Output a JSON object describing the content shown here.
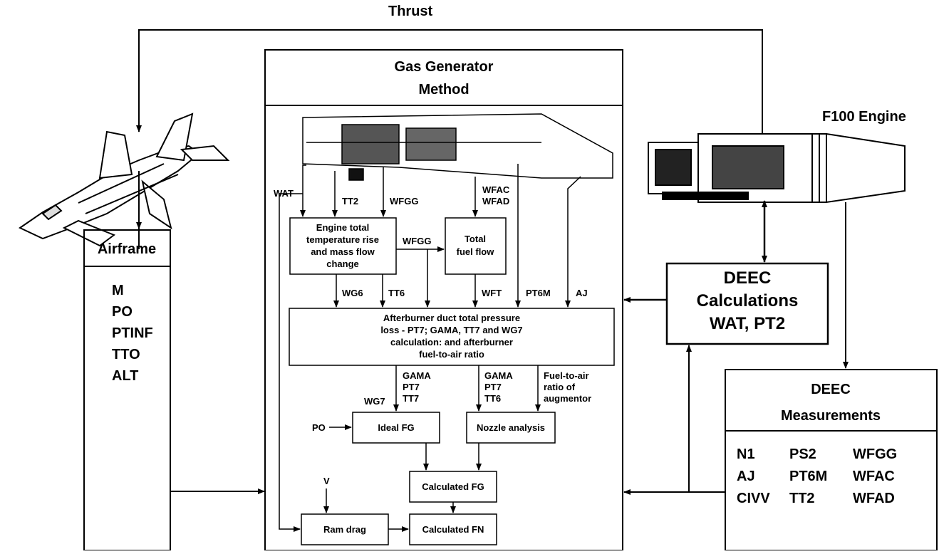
{
  "thrust_label": "Thrust",
  "f100_label": "F100 Engine",
  "gas_generator": {
    "line1": "Gas Generator",
    "line2": "Method"
  },
  "airframe": {
    "title": "Airframe",
    "params": [
      "M",
      "PO",
      "PTINF",
      "TTO",
      "ALT"
    ]
  },
  "deec_calc": {
    "line1": "DEEC",
    "line2": "Calculations",
    "line3": "WAT, PT2"
  },
  "deec_meas": {
    "line1": "DEEC",
    "line2": "Measurements",
    "col1": [
      "N1",
      "AJ",
      "CIVV"
    ],
    "col2": [
      "PS2",
      "PT6M",
      "TT2"
    ],
    "col3": [
      "WFGG",
      "WFAC",
      "WFAD"
    ]
  },
  "boxes": {
    "engine_temp": [
      "Engine total",
      "temperature rise",
      "and mass flow",
      "change"
    ],
    "total_fuel": [
      "Total",
      "fuel flow"
    ],
    "afterburner": [
      "Afterburner duct total pressure",
      "loss - PT7; GAMA, TT7 and WG7",
      "calculation: and afterburner",
      "fuel-to-air ratio"
    ],
    "ideal_fg": "Ideal FG",
    "nozzle": "Nozzle analysis",
    "calc_fg": "Calculated FG",
    "ram_drag": "Ram drag",
    "calc_fn": "Calculated FN"
  },
  "signals": {
    "wat": "WAT",
    "tt2": "TT2",
    "wfgg_in": "WFGG",
    "wfac": "WFAC",
    "wfad": "WFAD",
    "wfgg_mid": "WFGG",
    "wg6": "WG6",
    "tt6": "TT6",
    "wft": "WFT",
    "pt6m": "PT6M",
    "aj": "AJ",
    "wg7": "WG7",
    "gama_a": [
      "GAMA",
      "PT7",
      "TT7"
    ],
    "gama_b": [
      "GAMA",
      "PT7",
      "TT6"
    ],
    "fuel_air": [
      "Fuel-to-air",
      "ratio of",
      "augmentor"
    ],
    "po": "PO",
    "v": "V"
  }
}
